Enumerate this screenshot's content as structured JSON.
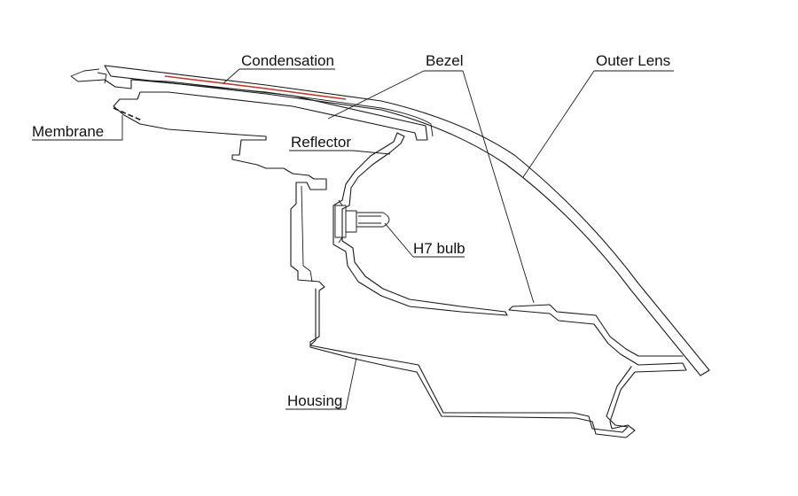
{
  "labels": {
    "condensation": "Condensation",
    "bezel": "Bezel",
    "outer_lens": "Outer Lens",
    "membrane": "Membrane",
    "reflector": "Reflector",
    "h7_bulb": "H7 bulb",
    "housing": "Housing"
  },
  "colors": {
    "line": "#1a1a1a",
    "condensation_highlight": "#c0392b"
  }
}
